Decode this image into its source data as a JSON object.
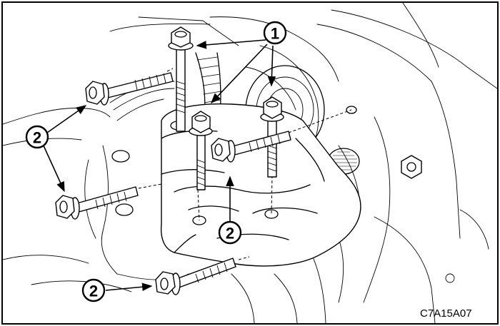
{
  "callouts": {
    "bolt_label_1": "1",
    "bolt_label_2": "2"
  },
  "figure_code": "C7A15A07",
  "colors": {
    "line": "#000000",
    "background": "#ffffff"
  }
}
